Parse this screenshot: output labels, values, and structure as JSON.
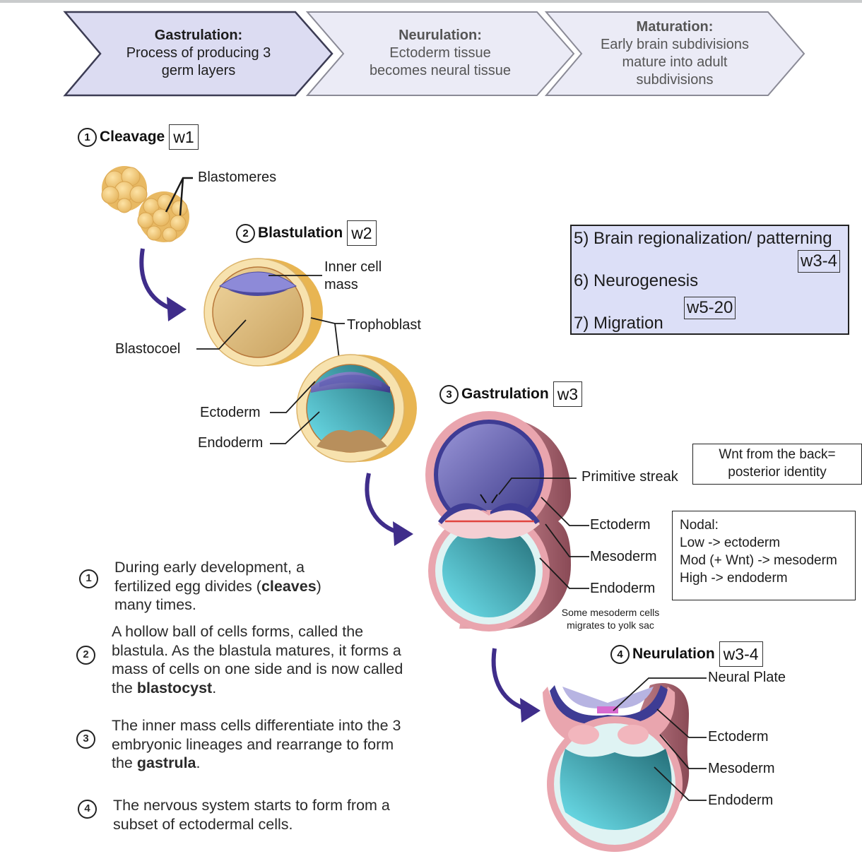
{
  "stages_banner": [
    {
      "title": "Gastrulation:",
      "text": "Process of producing 3 germ layers",
      "lines": [
        "Process of producing 3",
        "germ layers"
      ],
      "active": true
    },
    {
      "title": "Neurulation:",
      "text": "Ectoderm tissue becomes neural tissue",
      "lines": [
        "Ectoderm tissue",
        "becomes neural tissue"
      ],
      "active": false
    },
    {
      "title": "Maturation:",
      "text": "Early brain subdivisions mature into adult subdivisions",
      "lines": [
        "Early brain subdivisions",
        "mature into adult",
        "subdivisions"
      ],
      "active": false
    }
  ],
  "steps": {
    "cleavage": {
      "number": "1",
      "title": "Cleavage",
      "week": "w1"
    },
    "blastulation": {
      "number": "2",
      "title": "Blastulation",
      "week": "w2"
    },
    "gastrulation": {
      "number": "3",
      "title": "Gastrulation",
      "week": "w3"
    },
    "neurulation": {
      "number": "4",
      "title": "Neurulation",
      "week": "w3-4"
    }
  },
  "labels": {
    "blastomeres": "Blastomeres",
    "inner_cell_mass_1": "Inner cell",
    "inner_cell_mass_2": "mass",
    "trophoblast": "Trophoblast",
    "blastocoel": "Blastocoel",
    "ectoderm": "Ectoderm",
    "endoderm": "Endoderm",
    "mesoderm": "Mesoderm",
    "primitive_streak": "Primitive streak",
    "neural_plate": "Neural Plate",
    "yolk_note_1": "Some mesoderm cells",
    "yolk_note_2": "migrates to yolk sac"
  },
  "phases_box": {
    "items": [
      {
        "label": "5) Brain regionalization/ patterning",
        "week": "w3-4"
      },
      {
        "label": "6) Neurogenesis",
        "week": "w5-20"
      },
      {
        "label": "7) Migration",
        "week": ""
      }
    ]
  },
  "notes": {
    "wnt": {
      "line1": "Wnt from the back=",
      "line2": "posterior identity"
    },
    "nodal": {
      "title": "Nodal:",
      "lines": [
        "Low -> ectoderm",
        "Mod (+ Wnt) -> mesoderm",
        "High -> endoderm"
      ]
    }
  },
  "descriptions": [
    {
      "number": "1",
      "pre": "During early development, a fertilized egg divides (",
      "bold": "cleaves",
      "post": ") many times."
    },
    {
      "number": "2",
      "pre": "A hollow ball of cells forms, called the blastula. As the blastula matures, it forms a mass of cells on one side and is now called the ",
      "bold": "blastocyst",
      "post": "."
    },
    {
      "number": "3",
      "pre": "The inner mass cells differentiate into the 3 embryonic lineages and rearrange to form the ",
      "bold": "gastrula",
      "post": "."
    },
    {
      "number": "4",
      "pre": "The nervous system starts to form from a subset of ectodermal cells.",
      "bold": "",
      "post": ""
    }
  ],
  "colors": {
    "chevron_active": "#dcdcf2",
    "chevron_inactive": "#ebebf6",
    "arrow": "#3f2d8a",
    "phase_box_bg": "#dcdff7",
    "yolk": "#e9b04c",
    "ectoderm": "#4d4a9f",
    "endoderm": "#3fc1cf",
    "mesoderm_pink": "#e7a0aa"
  }
}
